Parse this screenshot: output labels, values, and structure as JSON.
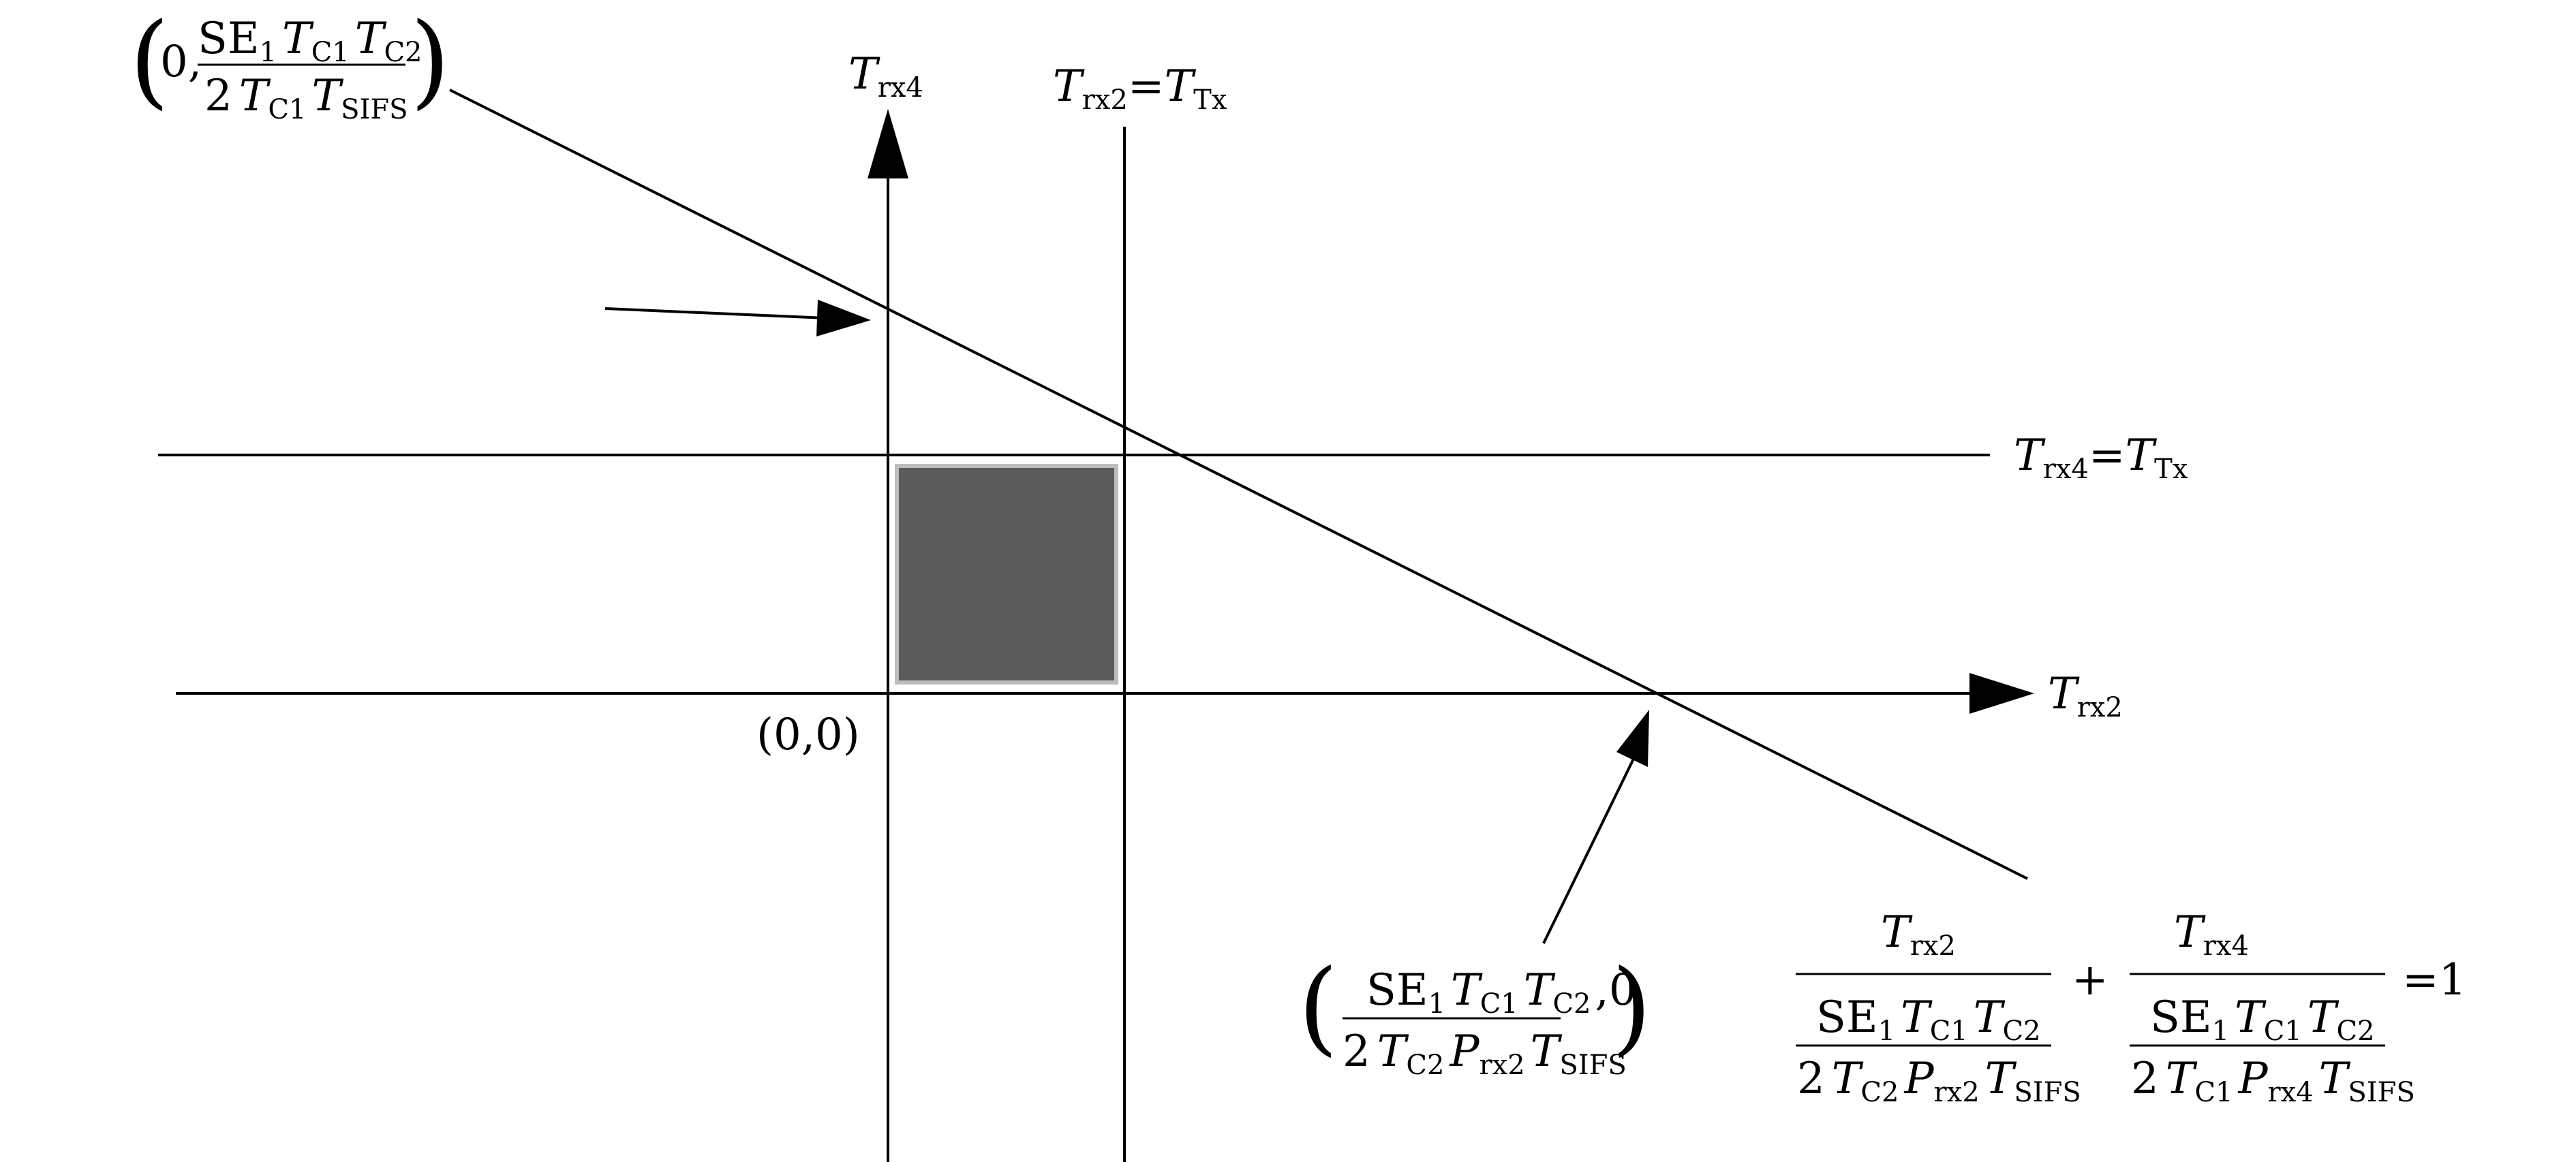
{
  "labels": {
    "axis_y_main": "T",
    "axis_y_sub": "rx4",
    "axis_x_main": "T",
    "axis_x_sub": "rx2",
    "vline_lhs_main": "T",
    "vline_lhs_sub": "rx2",
    "vline_eq": "=",
    "vline_rhs_main": "T",
    "vline_rhs_sub": "Tx",
    "hline_lhs_main": "T",
    "hline_lhs_sub": "rx4",
    "hline_eq": "=",
    "hline_rhs_main": "T",
    "hline_rhs_sub": "Tx",
    "origin": "(0,0)"
  },
  "y_intercept": {
    "open": "(",
    "zero": "0,",
    "num_se": "SE",
    "num_se_sub": "1",
    "num_t1": "T",
    "num_t1_sub": "C1",
    "num_t2": "T",
    "num_t2_sub": "C2",
    "den_two": "2",
    "den_t1": "T",
    "den_t1_sub": "C1",
    "den_t2": "T",
    "den_t2_sub": "SIFS",
    "close": ")"
  },
  "x_intercept": {
    "open": "(",
    "num_se": "SE",
    "num_se_sub": "1",
    "num_t1": "T",
    "num_t1_sub": "C1",
    "num_t2": "T",
    "num_t2_sub": "C2",
    "comma_zero": ",0",
    "den_two": "2",
    "den_t1": "T",
    "den_t1_sub": "C2",
    "den_p": "P",
    "den_p_sub": "rx2",
    "den_t2": "T",
    "den_t2_sub": "SIFS",
    "close": ")"
  },
  "equation": {
    "frac1_top": "T",
    "frac1_top_sub": "rx2",
    "frac1_mid_se": "SE",
    "frac1_mid_se_sub": "1",
    "frac1_mid_t1": "T",
    "frac1_mid_t1_sub": "C1",
    "frac1_mid_t2": "T",
    "frac1_mid_t2_sub": "C2",
    "frac1_bot_two": "2",
    "frac1_bot_t": "T",
    "frac1_bot_t_sub": "C2",
    "frac1_bot_p": "P",
    "frac1_bot_p_sub": "rx2",
    "frac1_bot_t2": "T",
    "frac1_bot_t2_sub": "SIFS",
    "plus": "+",
    "frac2_top": "T",
    "frac2_top_sub": "rx4",
    "frac2_mid_se": "SE",
    "frac2_mid_se_sub": "1",
    "frac2_mid_t1": "T",
    "frac2_mid_t1_sub": "C1",
    "frac2_mid_t2": "T",
    "frac2_mid_t2_sub": "C2",
    "frac2_bot_two": "2",
    "frac2_bot_t": "T",
    "frac2_bot_t_sub": "C1",
    "frac2_bot_p": "P",
    "frac2_bot_p_sub": "rx4",
    "frac2_bot_t2": "T",
    "frac2_bot_t2_sub": "SIFS",
    "equals_one": "=1"
  },
  "colors": {
    "line": "#000000",
    "feasible_region": "#5b5b5b",
    "region_border": "#bdbdbd"
  }
}
